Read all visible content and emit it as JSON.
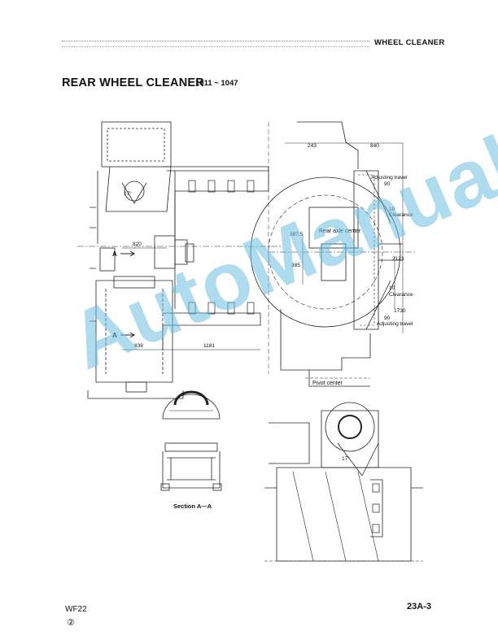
{
  "header": {
    "section_title": "WHEEL CLEANER"
  },
  "page_title": "REAR WHEEL CLEANER",
  "serial_range": "1011 ~ 1047",
  "drawing": {
    "angle_label": "17°",
    "arrow_a_top": "A",
    "arrow_a_bottom": "A",
    "dim_820": "820",
    "dim_838": "838",
    "dim_1181": "1181",
    "dim_243": "243",
    "dim_840": "840",
    "dim_387_5": "387.5",
    "dim_385": "385",
    "dim_2123": "2123",
    "dim_1730": "1730",
    "dim_90_top": "90",
    "dim_10_top": "10",
    "dim_10_bottom": "10",
    "dim_90_bottom": "90",
    "adjusting_travel_top": "Adjusting travel",
    "clearance_top": "Clearance",
    "rear_axle_center": "Rear axle center",
    "clearance_bottom": "Clearance",
    "adjusting_travel_bottom": "Adjusting travel",
    "pivot_center": "Pivot center",
    "section_label": "Section A—A",
    "angle_label_lower": "17°"
  },
  "watermark": "AutoManual",
  "footer": {
    "model": "WF22",
    "revision": "②",
    "page_number": "23A-3"
  }
}
